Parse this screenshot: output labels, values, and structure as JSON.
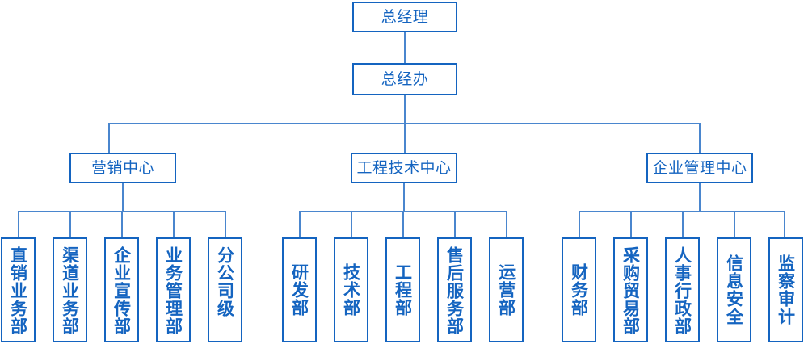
{
  "chart_data": {
    "type": "diagram",
    "title": "",
    "orientation": "top-down organizational hierarchy",
    "colors": {
      "box_border": "#1464c0",
      "box_fill": "#ffffff",
      "text": "#1464c0",
      "connector": "#4a86ce",
      "background": "#ffffff"
    },
    "levels": [
      {
        "level": 1,
        "nodes": [
          "总经理"
        ]
      },
      {
        "level": 2,
        "nodes": [
          "总经办"
        ]
      },
      {
        "level": 3,
        "nodes": [
          "营销中心",
          "工程技术中心",
          "企业管理中心"
        ]
      },
      {
        "level": 4,
        "nodes": [
          "直销业务部",
          "渠道业务部",
          "企业宣传部",
          "业务管理部",
          "分公司级",
          "研发部",
          "技术部",
          "工程部",
          "售后服务部",
          "运营部",
          "财务部",
          "采购贸易部",
          "人事行政部",
          "信息安全",
          "监察审计"
        ]
      }
    ]
  },
  "root": {
    "label": "总经理"
  },
  "office": {
    "label": "总经办"
  },
  "centers": [
    {
      "label": "营销中心"
    },
    {
      "label": "工程技术中心"
    },
    {
      "label": "企业管理中心"
    }
  ],
  "departments": {
    "marketing": [
      {
        "label": "直销业务部"
      },
      {
        "label": "渠道业务部"
      },
      {
        "label": "企业宣传部"
      },
      {
        "label": "业务管理部"
      },
      {
        "label": "分公司级"
      }
    ],
    "engineering": [
      {
        "label": "研发部"
      },
      {
        "label": "技术部"
      },
      {
        "label": "工程部"
      },
      {
        "label": "售后服务部"
      },
      {
        "label": "运营部"
      }
    ],
    "management": [
      {
        "label": "财务部"
      },
      {
        "label": "采购贸易部"
      },
      {
        "label": "人事行政部"
      },
      {
        "label": "信息安全"
      },
      {
        "label": "监察审计"
      }
    ]
  }
}
